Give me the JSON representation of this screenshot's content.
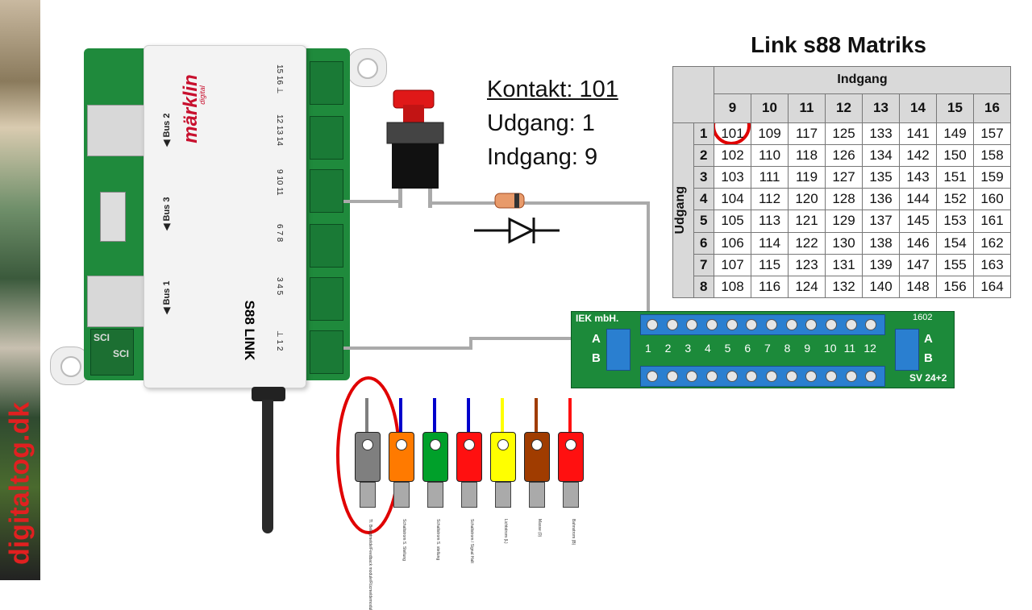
{
  "watermark": "digitaltog.dk",
  "device": {
    "brand": "märklin",
    "brand_sub": "digital",
    "name": "S88 LINK",
    "bus2": "Bus 2",
    "bus3": "Bus 3",
    "bus1": "Bus 1",
    "pin_groups": [
      "15 16 ⊥",
      "12 13 14",
      "9 10 11",
      "6 7 8",
      "3 4 5",
      "⊥ 1 2"
    ],
    "side_labels": [
      "SCI",
      "SCI"
    ]
  },
  "contact_info": {
    "line1": "Kontakt: 101",
    "line2": "Udgang: 1",
    "line3": "Indgang: 9"
  },
  "matrix": {
    "title": "Link s88 Matriks",
    "col_header": "Indgang",
    "row_header": "Udgang",
    "columns": [
      "9",
      "10",
      "11",
      "12",
      "13",
      "14",
      "15",
      "16"
    ],
    "rows": [
      {
        "label": "1",
        "values": [
          "101",
          "109",
          "117",
          "125",
          "133",
          "141",
          "149",
          "157"
        ]
      },
      {
        "label": "2",
        "values": [
          "102",
          "110",
          "118",
          "126",
          "134",
          "142",
          "150",
          "158"
        ]
      },
      {
        "label": "3",
        "values": [
          "103",
          "111",
          "119",
          "127",
          "135",
          "143",
          "151",
          "159"
        ]
      },
      {
        "label": "4",
        "values": [
          "104",
          "112",
          "120",
          "128",
          "136",
          "144",
          "152",
          "160"
        ]
      },
      {
        "label": "5",
        "values": [
          "105",
          "113",
          "121",
          "129",
          "137",
          "145",
          "153",
          "161"
        ]
      },
      {
        "label": "6",
        "values": [
          "106",
          "114",
          "122",
          "130",
          "138",
          "146",
          "154",
          "162"
        ]
      },
      {
        "label": "7",
        "values": [
          "107",
          "115",
          "123",
          "131",
          "139",
          "147",
          "155",
          "163"
        ]
      },
      {
        "label": "8",
        "values": [
          "108",
          "116",
          "124",
          "132",
          "140",
          "148",
          "156",
          "164"
        ]
      }
    ],
    "highlight": "101"
  },
  "terminal_block": {
    "maker": "IEK mbH.",
    "model": "SV 24+2",
    "serial": "1602",
    "numbers": [
      "1",
      "2",
      "3",
      "4",
      "5",
      "6",
      "7",
      "8",
      "9",
      "10",
      "11",
      "12"
    ],
    "left_ab": [
      "A",
      "B"
    ],
    "right_ab": [
      "A",
      "B"
    ]
  },
  "plugs": [
    {
      "color": "#7f7f7f",
      "wire": "#7f7f7f",
      "caption": "Tl. Belegtmelde/Feedback module/Rücmeldemodul"
    },
    {
      "color": "#ff7a00",
      "wire": "#0000cc",
      "caption": "Schaltstrom S. Stellung"
    },
    {
      "color": "#00a02a",
      "wire": "#0000cc",
      "caption": "Schaltstrom S. stellung"
    },
    {
      "color": "#ff1010",
      "wire": "#0000cc",
      "caption": "Schaltstrom / Signal Halt"
    },
    {
      "color": "#ffff00",
      "wire": "#ffff00",
      "caption": "Lichtstrom (L)"
    },
    {
      "color": "#a03c00",
      "wire": "#a03c00",
      "caption": "Masse (0)"
    },
    {
      "color": "#ff1010",
      "wire": "#ff1010",
      "caption": "Bahnstrom (B)"
    }
  ],
  "colors": {
    "pcb_green": "#1f8a3c",
    "terminal_blue": "#2a7fd0",
    "highlight_red": "#e00000",
    "watermark_red": "#e02020"
  }
}
